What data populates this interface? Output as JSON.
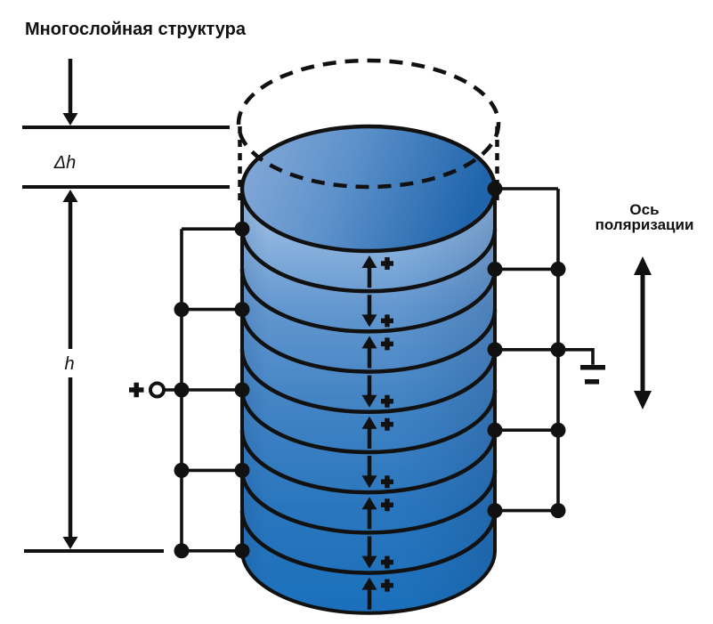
{
  "title": "Многослойная структура",
  "dimensions": {
    "delta_h_label": "Δh",
    "h_label": "h"
  },
  "terminals": {
    "positive_label": "+",
    "negative_label": "−"
  },
  "axis_label": {
    "line1": "Ось",
    "line2": "поляризации"
  },
  "cylinder": {
    "num_layers": 9,
    "layer_polarization": [
      "up",
      "down",
      "up",
      "down",
      "up",
      "down",
      "up",
      "down",
      "up"
    ],
    "layer_plus_mark": "+",
    "left_bus_boundary_connections": [
      1,
      3,
      5,
      7,
      9
    ],
    "right_bus_boundary_connections": [
      0,
      2,
      4,
      6,
      8
    ],
    "ground_connection_boundary": 4,
    "positive_terminal_boundary": 5
  },
  "colors": {
    "line": "#111111",
    "body_top": "#A9C9E9",
    "body_upper_mid": "#6397CF",
    "body_mid": "#4384C4",
    "body_lower": "#2A76BE",
    "body_bottom": "#1B70BB",
    "face_left": "#86ABD8",
    "face_mid": "#5E92CB",
    "face_right": "#2065AC",
    "background": "#FFFFFF"
  }
}
